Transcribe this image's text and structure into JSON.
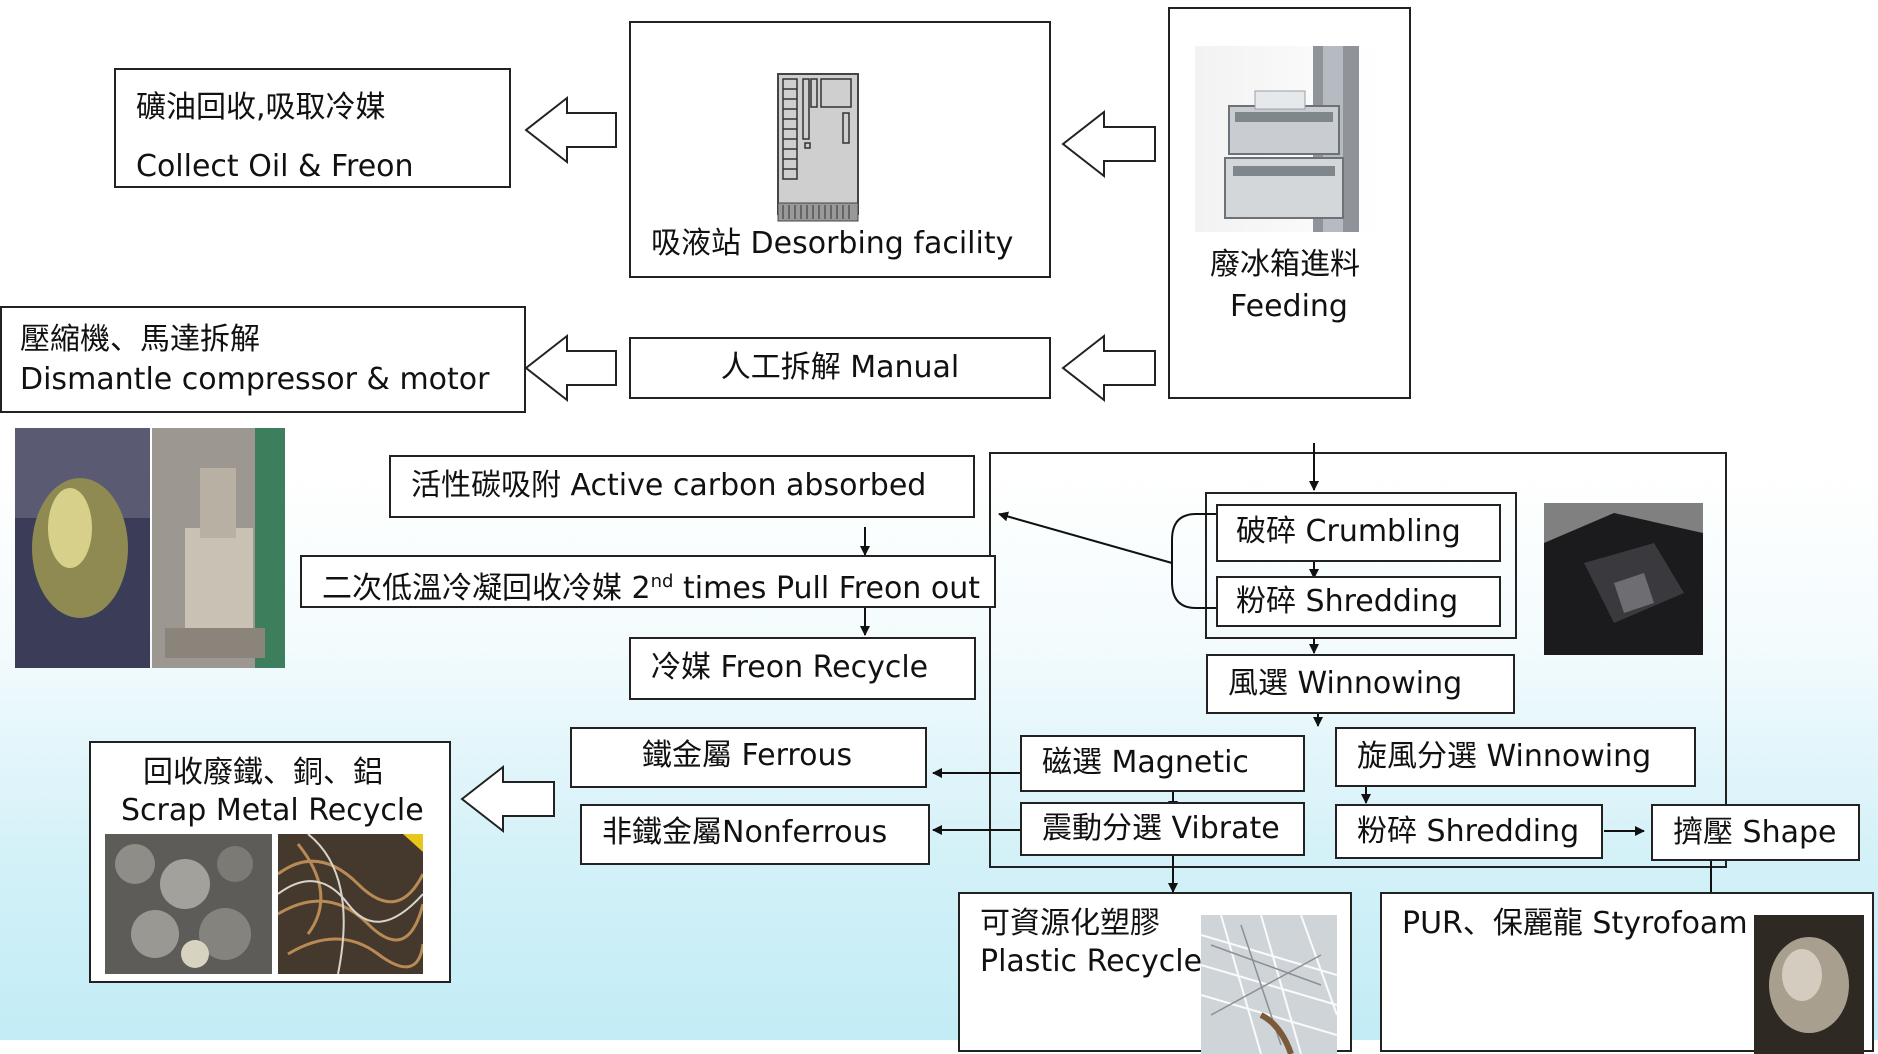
{
  "steps": {
    "oil_cn": "礦油回收,吸取冷媒",
    "oil_en": "Collect Oil & Freon",
    "desorb": "吸液站 Desorbing facility",
    "feeding_cn": "廢冰箱進料",
    "feeding_en": "Feeding",
    "compressor_cn": "壓縮機、馬達拆解",
    "compressor_en": "Dismantle compressor & motor",
    "manual": "人工拆解 Manual",
    "carbon": "活性碳吸附 Active carbon absorbed",
    "freon2_pre": "二次低溫冷凝回收冷媒 2",
    "freon2_sup": "nd",
    "freon2_post": " times Pull Freon out",
    "freon_recycle": "冷媒 Freon Recycle",
    "crumbling": "破碎  Crumbling",
    "shredding1": "粉碎 Shredding",
    "winnowing1": "風選 Winnowing",
    "ferrous": "鐵金屬 Ferrous",
    "magnetic": "磁選 Magnetic",
    "cyclone": "旋風分選 Winnowing",
    "nonferrous": "非鐵金屬Nonferrous",
    "vibrate": "震動分選 Vibrate",
    "shredding2": "粉碎 Shredding",
    "shape": "擠壓 Shape",
    "scrap_cn": "回收廢鐵、銅、鋁",
    "scrap_en": "Scrap Metal Recycle",
    "plastic_cn": "可資源化塑膠",
    "plastic_en": "Plastic Recycle",
    "pur": "PUR、保麗龍 Styrofoam"
  },
  "colors": {
    "line": "#111111",
    "box_border": "#222222",
    "background_bottom": "#c2ecf6"
  }
}
